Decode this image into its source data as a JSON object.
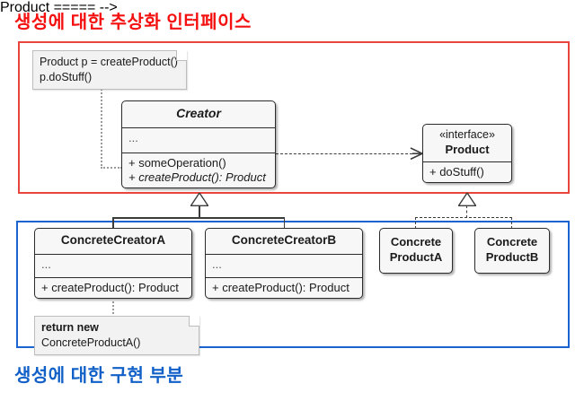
{
  "titles": {
    "top": "생성에 대한 추상화 인터페이스",
    "top_color": "#f41010",
    "bottom": "생성에 대한 구현 부분",
    "bottom_color": "#1160c8"
  },
  "frames": {
    "abstraction": {
      "color": "#e8453c"
    },
    "implementation": {
      "color": "#1a63d0"
    }
  },
  "notes": {
    "top": {
      "line1": "Product p = createProduct()",
      "line2": "p.doStuff()"
    },
    "bottom": {
      "keyword": "return new",
      "rest": " ConcreteProductA()"
    }
  },
  "classes": {
    "creator": {
      "name": "Creator",
      "attributes": "...",
      "operations": [
        {
          "text": "+ someOperation()",
          "abstract": false
        },
        {
          "text": "+ createProduct(): Product",
          "abstract": true
        }
      ]
    },
    "product": {
      "stereotype": "«interface»",
      "name": "Product",
      "operations": [
        {
          "text": "+ doStuff()",
          "abstract": false
        }
      ]
    },
    "concrete_creator_a": {
      "name": "ConcreteCreatorA",
      "attributes": "...",
      "operations": [
        {
          "text": "+ createProduct(): Product",
          "abstract": false
        }
      ]
    },
    "concrete_creator_b": {
      "name": "ConcreteCreatorB",
      "attributes": "...",
      "operations": [
        {
          "text": "+ createProduct(): Product",
          "abstract": false
        }
      ]
    },
    "concrete_product_a": {
      "name_line1": "Concrete",
      "name_line2": "ProductA"
    },
    "concrete_product_b": {
      "name_line1": "Concrete",
      "name_line2": "ProductB"
    }
  },
  "relations": {
    "creator_uses_product": "dependency",
    "creators_extend_creator": "generalization",
    "products_implement_product": "realization"
  }
}
